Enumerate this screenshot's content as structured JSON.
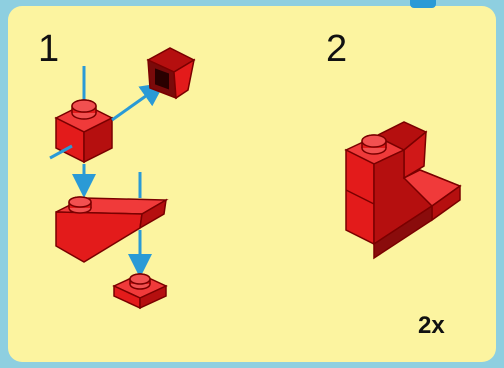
{
  "step1": {
    "number": "1"
  },
  "step2": {
    "number": "2"
  },
  "multiplier": "2x",
  "colors": {
    "panel": "#fcf4a0",
    "frame": "#8ecfe0",
    "brick": "#e31b1b",
    "brick_dark": "#b50f0f",
    "arrow": "#2a9ad6"
  },
  "icons": [
    "brick-1x1-icon",
    "slope-brick-icon",
    "wedge-plate-icon",
    "plate-1x1-icon",
    "assembled-model-icon",
    "arrow-icon"
  ]
}
